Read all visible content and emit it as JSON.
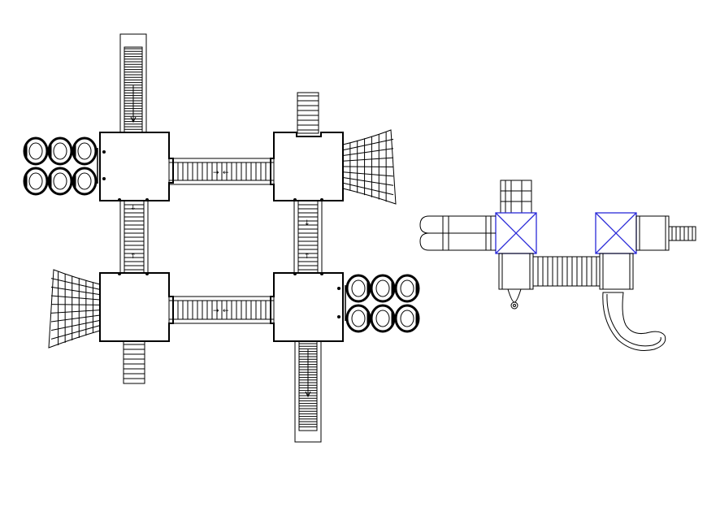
{
  "drawing": {
    "type": "cad-playground-plan",
    "line_color": "#000000",
    "accent_color": "#2a2ad8",
    "background": "#ffffff",
    "left_plan": {
      "platforms": 4,
      "bridges": 2,
      "stair_connectors": 2,
      "tire_climbers": 2,
      "cargo_nets": 2,
      "ladders": 4,
      "arrow_symbols": [
        "→",
        "←",
        "↓",
        "↑"
      ]
    },
    "right_elevation": {
      "towers": 2,
      "roof_panels": 2,
      "bridge": 1,
      "curved_slide": 1,
      "ladders": 2
    }
  }
}
